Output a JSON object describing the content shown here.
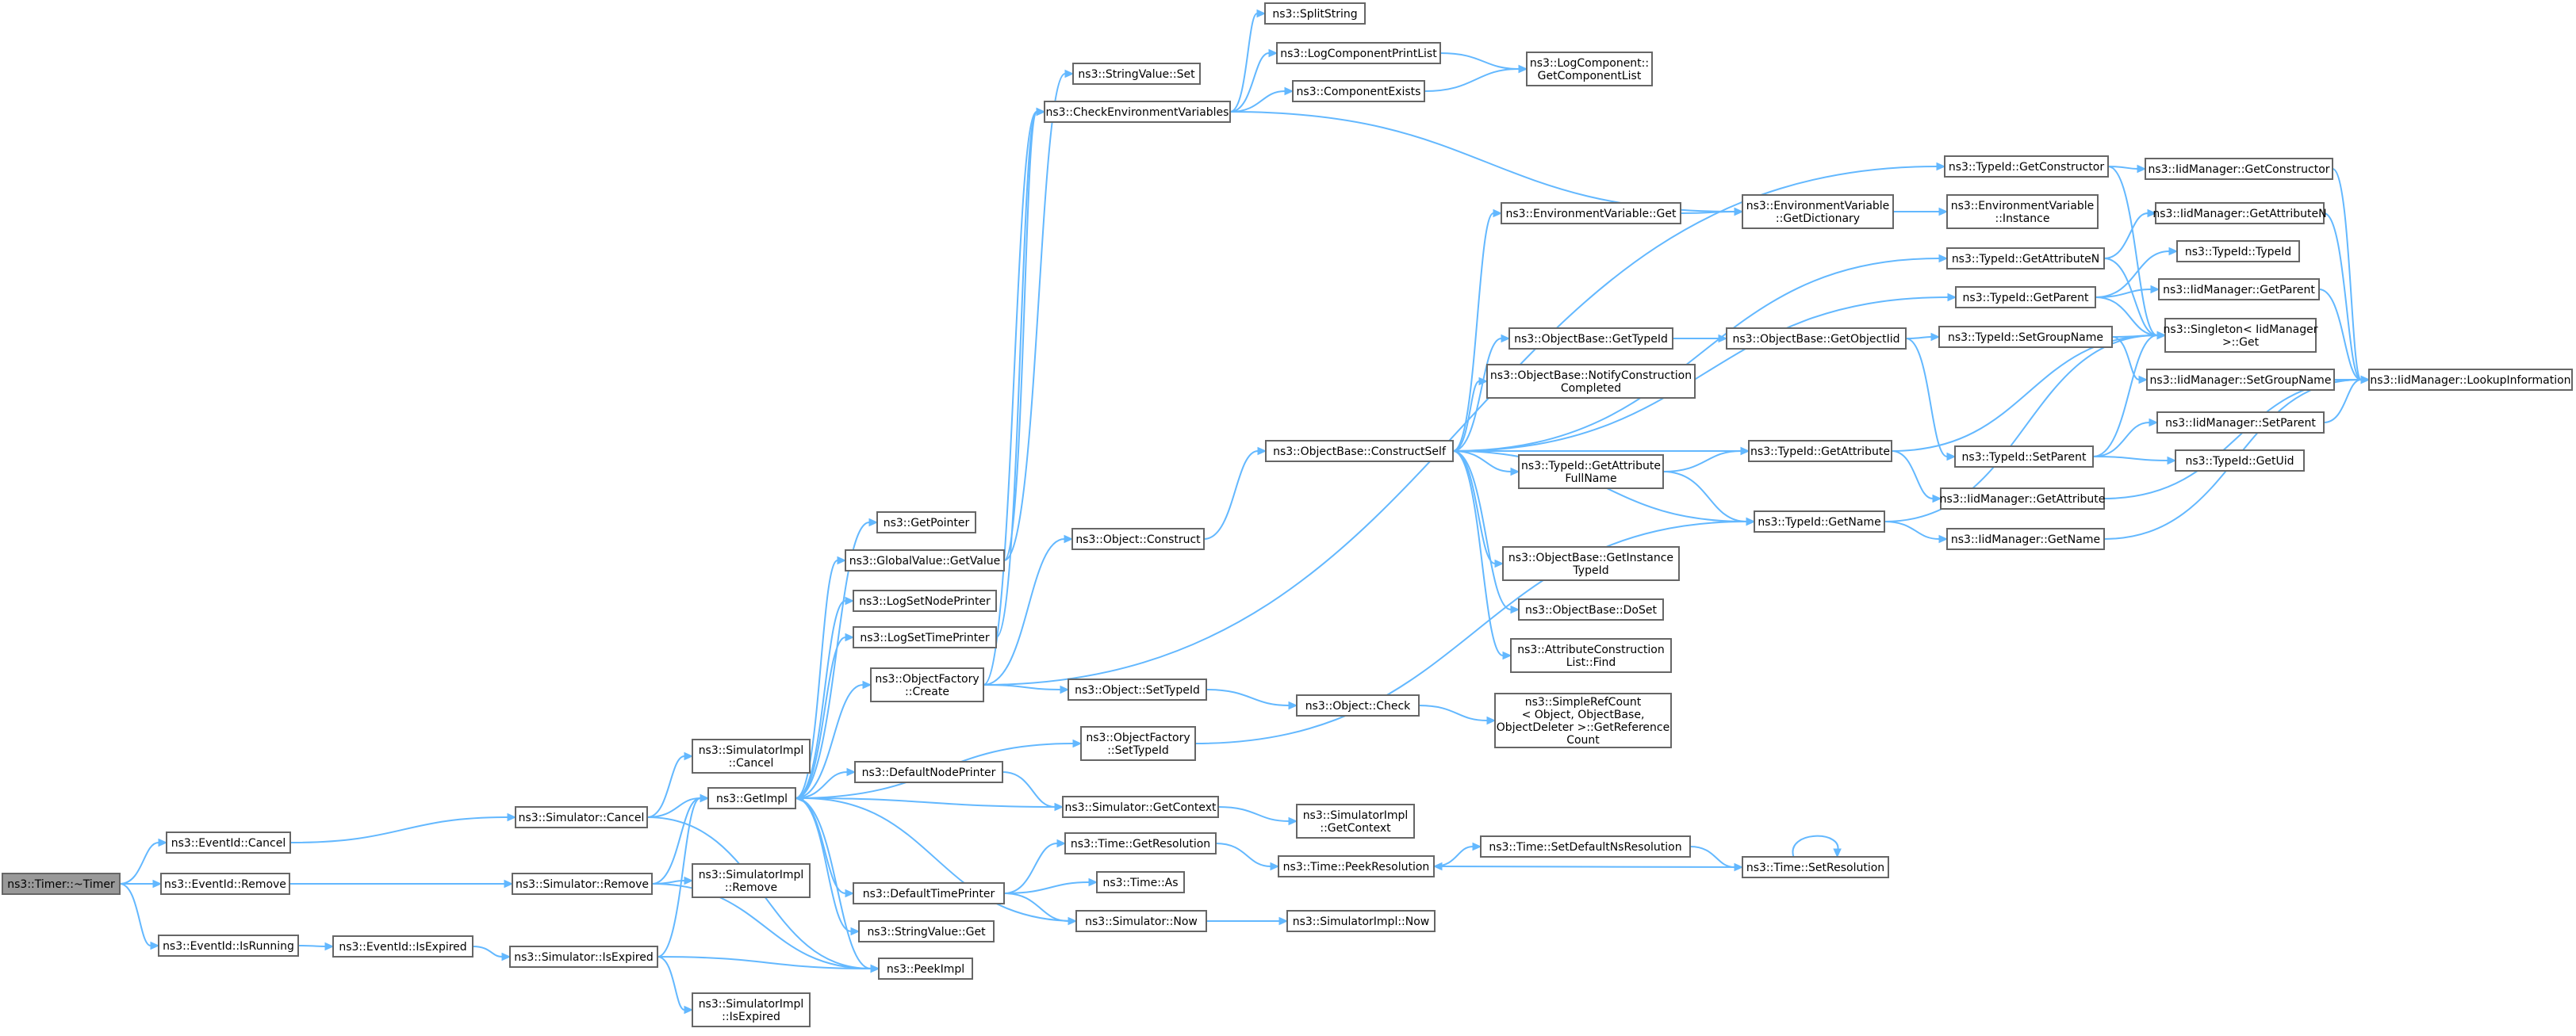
{
  "graph": {
    "title": "",
    "colors": {
      "edge": "#63b8ff",
      "node_border": "#666666",
      "root_fill": "#999999",
      "node_fill": "#ffffff"
    },
    "nodes": [
      {
        "id": "root",
        "lines": [
          "ns3::Timer::~Timer"
        ],
        "root": true
      },
      {
        "id": "eidCancel",
        "lines": [
          "ns3::EventId::Cancel"
        ]
      },
      {
        "id": "eidRemove",
        "lines": [
          "ns3::EventId::Remove"
        ]
      },
      {
        "id": "eidIsRunning",
        "lines": [
          "ns3::EventId::IsRunning"
        ]
      },
      {
        "id": "eidIsExpired",
        "lines": [
          "ns3::EventId::IsExpired"
        ]
      },
      {
        "id": "simCancel",
        "lines": [
          "ns3::Simulator::Cancel"
        ]
      },
      {
        "id": "simRemove",
        "lines": [
          "ns3::Simulator::Remove"
        ]
      },
      {
        "id": "simIsExpired",
        "lines": [
          "ns3::Simulator::IsExpired"
        ]
      },
      {
        "id": "simImplCancel",
        "lines": [
          "ns3::SimulatorImpl",
          "::Cancel"
        ]
      },
      {
        "id": "simImplRemove",
        "lines": [
          "ns3::SimulatorImpl",
          "::Remove"
        ]
      },
      {
        "id": "simImplIsExpired",
        "lines": [
          "ns3::SimulatorImpl",
          "::IsExpired"
        ]
      },
      {
        "id": "getImpl",
        "lines": [
          "ns3::GetImpl"
        ]
      },
      {
        "id": "peekImpl",
        "lines": [
          "ns3::PeekImpl"
        ]
      },
      {
        "id": "getPointer",
        "lines": [
          "ns3::GetPointer"
        ]
      },
      {
        "id": "gvGetValue",
        "lines": [
          "ns3::GlobalValue::GetValue"
        ]
      },
      {
        "id": "logSetNodePrinter",
        "lines": [
          "ns3::LogSetNodePrinter"
        ]
      },
      {
        "id": "logSetTimePrinter",
        "lines": [
          "ns3::LogSetTimePrinter"
        ]
      },
      {
        "id": "ofCreate",
        "lines": [
          "ns3::ObjectFactory",
          "::Create"
        ]
      },
      {
        "id": "ofSetTypeId",
        "lines": [
          "ns3::ObjectFactory",
          "::SetTypeId"
        ]
      },
      {
        "id": "defNodePrinter",
        "lines": [
          "ns3::DefaultNodePrinter"
        ]
      },
      {
        "id": "defTimePrinter",
        "lines": [
          "ns3::DefaultTimePrinter"
        ]
      },
      {
        "id": "strValGet",
        "lines": [
          "ns3::StringValue::Get"
        ]
      },
      {
        "id": "strValSet",
        "lines": [
          "ns3::StringValue::Set"
        ]
      },
      {
        "id": "checkEnv",
        "lines": [
          "ns3::CheckEnvironmentVariables"
        ]
      },
      {
        "id": "splitString",
        "lines": [
          "ns3::SplitString"
        ]
      },
      {
        "id": "logCompPrintList",
        "lines": [
          "ns3::LogComponentPrintList"
        ]
      },
      {
        "id": "compExists",
        "lines": [
          "ns3::ComponentExists"
        ]
      },
      {
        "id": "logCompGetList",
        "lines": [
          "ns3::LogComponent::",
          "GetComponentList"
        ]
      },
      {
        "id": "objConstruct",
        "lines": [
          "ns3::Object::Construct"
        ]
      },
      {
        "id": "objSetTypeId",
        "lines": [
          "ns3::Object::SetTypeId"
        ]
      },
      {
        "id": "objCheck",
        "lines": [
          "ns3::Object::Check"
        ]
      },
      {
        "id": "simpleRefCount",
        "lines": [
          "ns3::SimpleRefCount",
          "< Object, ObjectBase,",
          "ObjectDeleter >::GetReference",
          "Count"
        ]
      },
      {
        "id": "simGetContext",
        "lines": [
          "ns3::Simulator::GetContext"
        ]
      },
      {
        "id": "simImplGetContext",
        "lines": [
          "ns3::SimulatorImpl",
          "::GetContext"
        ]
      },
      {
        "id": "timeGetRes",
        "lines": [
          "ns3::Time::GetResolution"
        ]
      },
      {
        "id": "timeAs",
        "lines": [
          "ns3::Time::As"
        ]
      },
      {
        "id": "simNow",
        "lines": [
          "ns3::Simulator::Now"
        ]
      },
      {
        "id": "simImplNow",
        "lines": [
          "ns3::SimulatorImpl::Now"
        ]
      },
      {
        "id": "timePeekRes",
        "lines": [
          "ns3::Time::PeekResolution"
        ]
      },
      {
        "id": "timeSetDefNs",
        "lines": [
          "ns3::Time::SetDefaultNsResolution"
        ]
      },
      {
        "id": "timeSetRes",
        "lines": [
          "ns3::Time::SetResolution"
        ]
      },
      {
        "id": "obConstructSelf",
        "lines": [
          "ns3::ObjectBase::ConstructSelf"
        ]
      },
      {
        "id": "envVarGet",
        "lines": [
          "ns3::EnvironmentVariable::Get"
        ]
      },
      {
        "id": "envVarGetDict",
        "lines": [
          "ns3::EnvironmentVariable",
          "::GetDictionary"
        ]
      },
      {
        "id": "envVarInstance",
        "lines": [
          "ns3::EnvironmentVariable",
          "::Instance"
        ]
      },
      {
        "id": "obGetTypeId",
        "lines": [
          "ns3::ObjectBase::GetTypeId"
        ]
      },
      {
        "id": "obNotify",
        "lines": [
          "ns3::ObjectBase::NotifyConstruction",
          "Completed"
        ]
      },
      {
        "id": "obGetObjectIid",
        "lines": [
          "ns3::ObjectBase::GetObjectIid"
        ]
      },
      {
        "id": "tidGetAttrFullName",
        "lines": [
          "ns3::TypeId::GetAttribute",
          "FullName"
        ]
      },
      {
        "id": "obGetInstTid",
        "lines": [
          "ns3::ObjectBase::GetInstance",
          "TypeId"
        ]
      },
      {
        "id": "obDoSet",
        "lines": [
          "ns3::ObjectBase::DoSet"
        ]
      },
      {
        "id": "attrConstrFind",
        "lines": [
          "ns3::AttributeConstruction",
          "List::Find"
        ]
      },
      {
        "id": "tidGetConstructor",
        "lines": [
          "ns3::TypeId::GetConstructor"
        ]
      },
      {
        "id": "tidGetAttrN",
        "lines": [
          "ns3::TypeId::GetAttributeN"
        ]
      },
      {
        "id": "tidGetParent",
        "lines": [
          "ns3::TypeId::GetParent"
        ]
      },
      {
        "id": "tidSetGroupName",
        "lines": [
          "ns3::TypeId::SetGroupName"
        ]
      },
      {
        "id": "tidGetAttribute",
        "lines": [
          "ns3::TypeId::GetAttribute"
        ]
      },
      {
        "id": "tidSetParent",
        "lines": [
          "ns3::TypeId::SetParent"
        ]
      },
      {
        "id": "tidGetName",
        "lines": [
          "ns3::TypeId::GetName"
        ]
      },
      {
        "id": "iidGetConstructor",
        "lines": [
          "ns3::IidManager::GetConstructor"
        ]
      },
      {
        "id": "iidGetAttrN",
        "lines": [
          "ns3::IidManager::GetAttributeN"
        ]
      },
      {
        "id": "tidTypeId",
        "lines": [
          "ns3::TypeId::TypeId"
        ]
      },
      {
        "id": "iidGetParent",
        "lines": [
          "ns3::IidManager::GetParent"
        ]
      },
      {
        "id": "singletonGet",
        "lines": [
          "ns3::Singleton< IidManager",
          ">::Get"
        ]
      },
      {
        "id": "iidSetGroupName",
        "lines": [
          "ns3::IidManager::SetGroupName"
        ]
      },
      {
        "id": "iidSetParent",
        "lines": [
          "ns3::IidManager::SetParent"
        ]
      },
      {
        "id": "tidGetUid",
        "lines": [
          "ns3::TypeId::GetUid"
        ]
      },
      {
        "id": "iidGetAttribute",
        "lines": [
          "ns3::IidManager::GetAttribute"
        ]
      },
      {
        "id": "iidGetName",
        "lines": [
          "ns3::IidManager::GetName"
        ]
      },
      {
        "id": "iidLookup",
        "lines": [
          "ns3::IidManager::LookupInformation"
        ]
      }
    ],
    "edges": [
      [
        "root",
        "eidCancel"
      ],
      [
        "root",
        "eidRemove"
      ],
      [
        "root",
        "eidIsRunning"
      ],
      [
        "eidCancel",
        "simCancel"
      ],
      [
        "eidRemove",
        "simRemove"
      ],
      [
        "eidIsRunning",
        "eidIsExpired"
      ],
      [
        "eidIsExpired",
        "simIsExpired"
      ],
      [
        "simCancel",
        "simImplCancel"
      ],
      [
        "simCancel",
        "getImpl"
      ],
      [
        "simCancel",
        "peekImpl"
      ],
      [
        "simRemove",
        "simImplRemove"
      ],
      [
        "simRemove",
        "getImpl"
      ],
      [
        "simRemove",
        "peekImpl"
      ],
      [
        "simIsExpired",
        "simImplIsExpired"
      ],
      [
        "simIsExpired",
        "getImpl"
      ],
      [
        "simIsExpired",
        "peekImpl"
      ],
      [
        "getImpl",
        "getPointer"
      ],
      [
        "getImpl",
        "gvGetValue"
      ],
      [
        "getImpl",
        "logSetNodePrinter"
      ],
      [
        "getImpl",
        "logSetTimePrinter"
      ],
      [
        "getImpl",
        "ofCreate"
      ],
      [
        "getImpl",
        "ofSetTypeId"
      ],
      [
        "getImpl",
        "defNodePrinter"
      ],
      [
        "getImpl",
        "defTimePrinter"
      ],
      [
        "getImpl",
        "strValGet"
      ],
      [
        "getImpl",
        "peekImpl"
      ],
      [
        "gvGetValue",
        "strValSet"
      ],
      [
        "gvGetValue",
        "checkEnv"
      ],
      [
        "logSetTimePrinter",
        "checkEnv"
      ],
      [
        "ofCreate",
        "checkEnv"
      ],
      [
        "checkEnv",
        "splitString"
      ],
      [
        "checkEnv",
        "logCompPrintList"
      ],
      [
        "checkEnv",
        "compExists"
      ],
      [
        "checkEnv",
        "envVarGetDict"
      ],
      [
        "logCompPrintList",
        "logCompGetList"
      ],
      [
        "compExists",
        "logCompGetList"
      ],
      [
        "ofCreate",
        "objConstruct"
      ],
      [
        "ofCreate",
        "objSetTypeId"
      ],
      [
        "ofCreate",
        "tidGetConstructor"
      ],
      [
        "objConstruct",
        "obConstructSelf"
      ],
      [
        "objSetTypeId",
        "objCheck"
      ],
      [
        "objCheck",
        "simpleRefCount"
      ],
      [
        "ofSetTypeId",
        "tidGetName"
      ],
      [
        "simGetContext",
        "getImpl"
      ],
      [
        "simGetContext",
        "simImplGetContext"
      ],
      [
        "defNodePrinter",
        "simGetContext"
      ],
      [
        "defTimePrinter",
        "timeGetRes"
      ],
      [
        "defTimePrinter",
        "timeAs"
      ],
      [
        "defTimePrinter",
        "simNow"
      ],
      [
        "simNow",
        "getImpl"
      ],
      [
        "simNow",
        "simImplNow"
      ],
      [
        "timeGetRes",
        "timePeekRes"
      ],
      [
        "timePeekRes",
        "timeSetDefNs"
      ],
      [
        "timeSetDefNs",
        "timeSetRes"
      ],
      [
        "timeSetRes",
        "timePeekRes"
      ],
      [
        "timeSetRes",
        "timeSetRes"
      ],
      [
        "obConstructSelf",
        "envVarGet"
      ],
      [
        "obConstructSelf",
        "tidGetAttrN"
      ],
      [
        "obConstructSelf",
        "tidGetParent"
      ],
      [
        "obConstructSelf",
        "obGetTypeId"
      ],
      [
        "obConstructSelf",
        "obNotify"
      ],
      [
        "obConstructSelf",
        "tidGetAttribute"
      ],
      [
        "obConstructSelf",
        "tidGetAttrFullName"
      ],
      [
        "obConstructSelf",
        "tidGetName"
      ],
      [
        "obConstructSelf",
        "obGetInstTid"
      ],
      [
        "obConstructSelf",
        "obDoSet"
      ],
      [
        "obConstructSelf",
        "attrConstrFind"
      ],
      [
        "envVarGet",
        "envVarGetDict"
      ],
      [
        "envVarGetDict",
        "envVarInstance"
      ],
      [
        "obGetTypeId",
        "obGetObjectIid"
      ],
      [
        "obGetObjectIid",
        "tidSetGroupName"
      ],
      [
        "obGetObjectIid",
        "tidSetParent"
      ],
      [
        "tidGetAttrFullName",
        "tidGetAttribute"
      ],
      [
        "tidGetAttrFullName",
        "tidGetName"
      ],
      [
        "tidGetConstructor",
        "iidGetConstructor"
      ],
      [
        "tidGetConstructor",
        "singletonGet"
      ],
      [
        "tidGetAttrN",
        "iidGetAttrN"
      ],
      [
        "tidGetAttrN",
        "singletonGet"
      ],
      [
        "tidGetParent",
        "tidTypeId"
      ],
      [
        "tidGetParent",
        "iidGetParent"
      ],
      [
        "tidGetParent",
        "singletonGet"
      ],
      [
        "tidSetGroupName",
        "iidSetGroupName"
      ],
      [
        "tidSetGroupName",
        "singletonGet"
      ],
      [
        "tidGetAttribute",
        "iidGetAttribute"
      ],
      [
        "tidGetAttribute",
        "singletonGet"
      ],
      [
        "tidSetParent",
        "iidSetParent"
      ],
      [
        "tidSetParent",
        "tidGetUid"
      ],
      [
        "tidSetParent",
        "singletonGet"
      ],
      [
        "tidGetName",
        "iidGetName"
      ],
      [
        "tidGetName",
        "singletonGet"
      ],
      [
        "iidGetConstructor",
        "iidLookup"
      ],
      [
        "iidGetAttrN",
        "iidLookup"
      ],
      [
        "iidGetParent",
        "iidLookup"
      ],
      [
        "iidSetGroupName",
        "iidLookup"
      ],
      [
        "iidSetParent",
        "iidLookup"
      ],
      [
        "iidGetAttribute",
        "iidLookup"
      ],
      [
        "iidGetName",
        "iidLookup"
      ]
    ]
  }
}
